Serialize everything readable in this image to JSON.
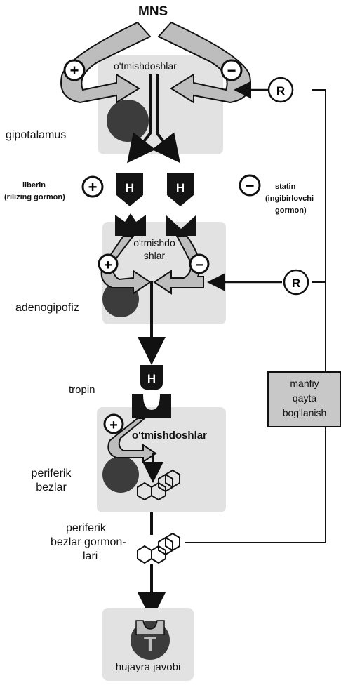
{
  "top_label": "MNS",
  "predecessors_top": "o'tmishdoshlar",
  "hypothalamus_label": "gipotalamus",
  "liberin_line1": "liberin",
  "liberin_line2": "(rilizing gormon)",
  "statin_line1": "statin",
  "statin_line2": "(ingibirlovchi",
  "statin_line3": "gormon)",
  "predecessors_mid_line1": "o'tmishdo",
  "predecessors_mid_line2": "shlar",
  "adenohypophysis_label": "adenogipofiz",
  "tropin_label": "tropin",
  "predecessors_low": "o'tmishdoshlar",
  "peripheral_glands_line1": "periferik",
  "peripheral_glands_line2": "bezlar",
  "peripheral_hormones_line1": "periferik",
  "peripheral_hormones_line2": "bezlar gormon-",
  "peripheral_hormones_line3": "lari",
  "cell_response": "hujayra javobi",
  "feedback_line1": "manfiy",
  "feedback_line2": "qayta",
  "feedback_line3": "bog'lanish",
  "receptor_symbol": "R",
  "hormone_symbol": "H",
  "plus_symbol": "+",
  "minus_symbol": "−",
  "target_symbol": "T",
  "colors": {
    "box_fill": "#e2e2e2",
    "arrow_fill": "#bdbdbd",
    "dark": "#141414",
    "nucleus": "#3c3c3c",
    "feedback_box": "#c8c8c8"
  }
}
